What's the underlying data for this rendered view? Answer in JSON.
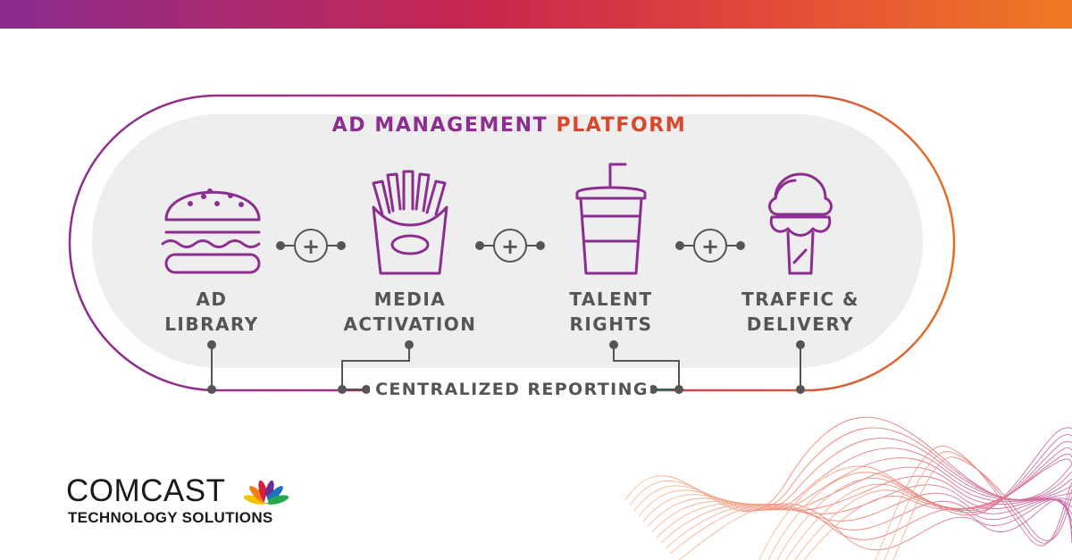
{
  "title": {
    "part1": "AD MANAGEMENT",
    "part2": "PLATFORM"
  },
  "steps": [
    {
      "icon": "burger-icon",
      "line1": "AD",
      "line2": "LIBRARY"
    },
    {
      "icon": "fries-icon",
      "line1": "MEDIA",
      "line2": "ACTIVATION"
    },
    {
      "icon": "drink-cup-icon",
      "line1": "TALENT",
      "line2": "RIGHTS"
    },
    {
      "icon": "ice-cream-icon",
      "line1": "TRAFFIC &",
      "line2": "DELIVERY"
    }
  ],
  "connector_symbol": "+",
  "reporting": "CENTRALIZED REPORTING",
  "logo": {
    "brand": "COMCAST",
    "sub": "TECHNOLOGY SOLUTIONS"
  },
  "colors": {
    "purple": "#8c2e8f",
    "orange": "#e2473a",
    "gray_text": "#555555",
    "pill_fill": "#eeeeee"
  }
}
